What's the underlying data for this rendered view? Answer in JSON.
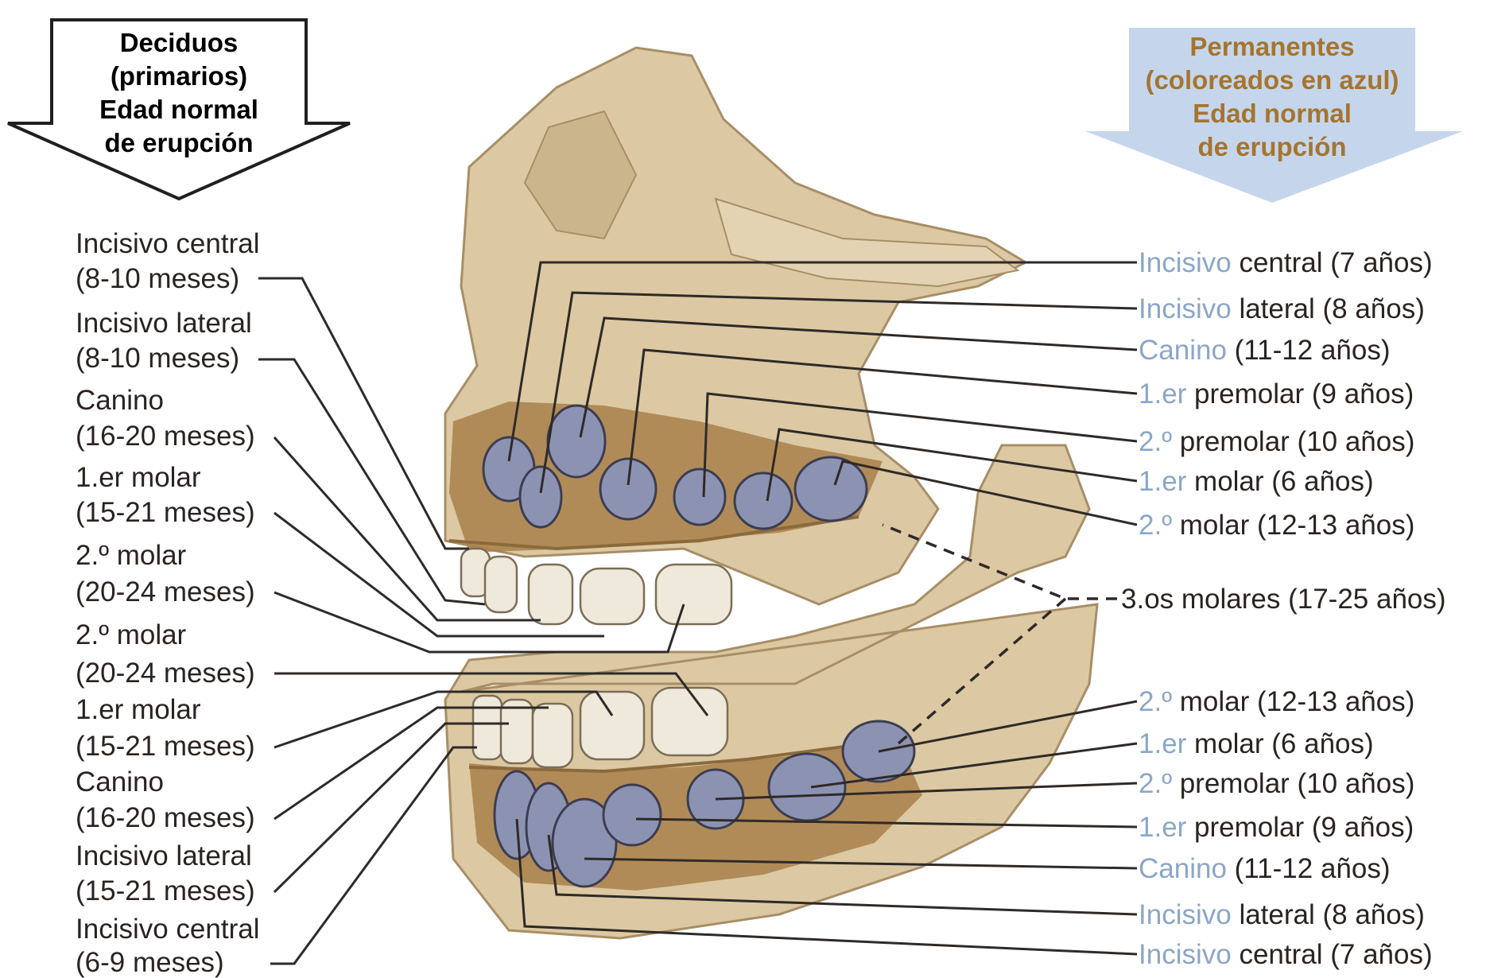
{
  "deciduous_header": {
    "lines": [
      "Deciduos",
      "(primarios)",
      "Edad normal",
      "de erupción"
    ]
  },
  "permanent_header": {
    "lines": [
      "Permanentes",
      "(coloreados en azul)",
      "Edad normal",
      "de erupción"
    ],
    "color": "#c5d6ec"
  },
  "deciduous_labels": [
    {
      "name": "Incisivo central",
      "age": "(8-10 meses)"
    },
    {
      "name": "Incisivo lateral",
      "age": "(8-10 meses)"
    },
    {
      "name": "Canino",
      "age": "(16-20 meses)"
    },
    {
      "name": "1.er molar",
      "age": "(15-21 meses)"
    },
    {
      "name": "2.º molar",
      "age": "(20-24 meses)"
    },
    {
      "name": "2.º molar",
      "age": "(20-24 meses)"
    },
    {
      "name": "1.er molar",
      "age": "(15-21 meses)"
    },
    {
      "name": "Canino",
      "age": "(16-20 meses)"
    },
    {
      "name": "Incisivo lateral",
      "age": "(15-21 meses)"
    },
    {
      "name": "Incisivo central",
      "age": "(6-9 meses)"
    }
  ],
  "permanent_upper": [
    {
      "prefix": "Incisivo",
      "rest": " central (7 años)"
    },
    {
      "prefix": "Incisivo",
      "rest": " lateral (8 años)"
    },
    {
      "prefix": "Canino",
      "rest": " (11-12 años)"
    },
    {
      "prefix": "1.er",
      "rest": " premolar (9 años)"
    },
    {
      "prefix": "2.º",
      "rest": " premolar (10 años)"
    },
    {
      "prefix": "1.er",
      "rest": " molar (6 años)"
    },
    {
      "prefix": "2.º",
      "rest": " molar (12-13 años)"
    }
  ],
  "third_molars": {
    "prefix": "3.os",
    "rest": " molares (17-25 años)"
  },
  "permanent_lower": [
    {
      "prefix": "2.º",
      "rest": " molar (12-13 años)"
    },
    {
      "prefix": "1.er",
      "rest": " molar (6 años)"
    },
    {
      "prefix": "2.º",
      "rest": " premolar (10 años)"
    },
    {
      "prefix": "1.er",
      "rest": " premolar (9 años)"
    },
    {
      "prefix": "Canino",
      "rest": " (11-12 años)"
    },
    {
      "prefix": "Incisivo",
      "rest": " lateral (8 años)"
    },
    {
      "prefix": "Incisivo",
      "rest": " central (7 años)"
    }
  ],
  "colors": {
    "bone": "#dcc9a3",
    "bone_dark": "#b9a279",
    "deciduous_tooth": "#efe9dc",
    "permanent_tooth": "#8c93b2",
    "alveolar": "#a9804a"
  }
}
